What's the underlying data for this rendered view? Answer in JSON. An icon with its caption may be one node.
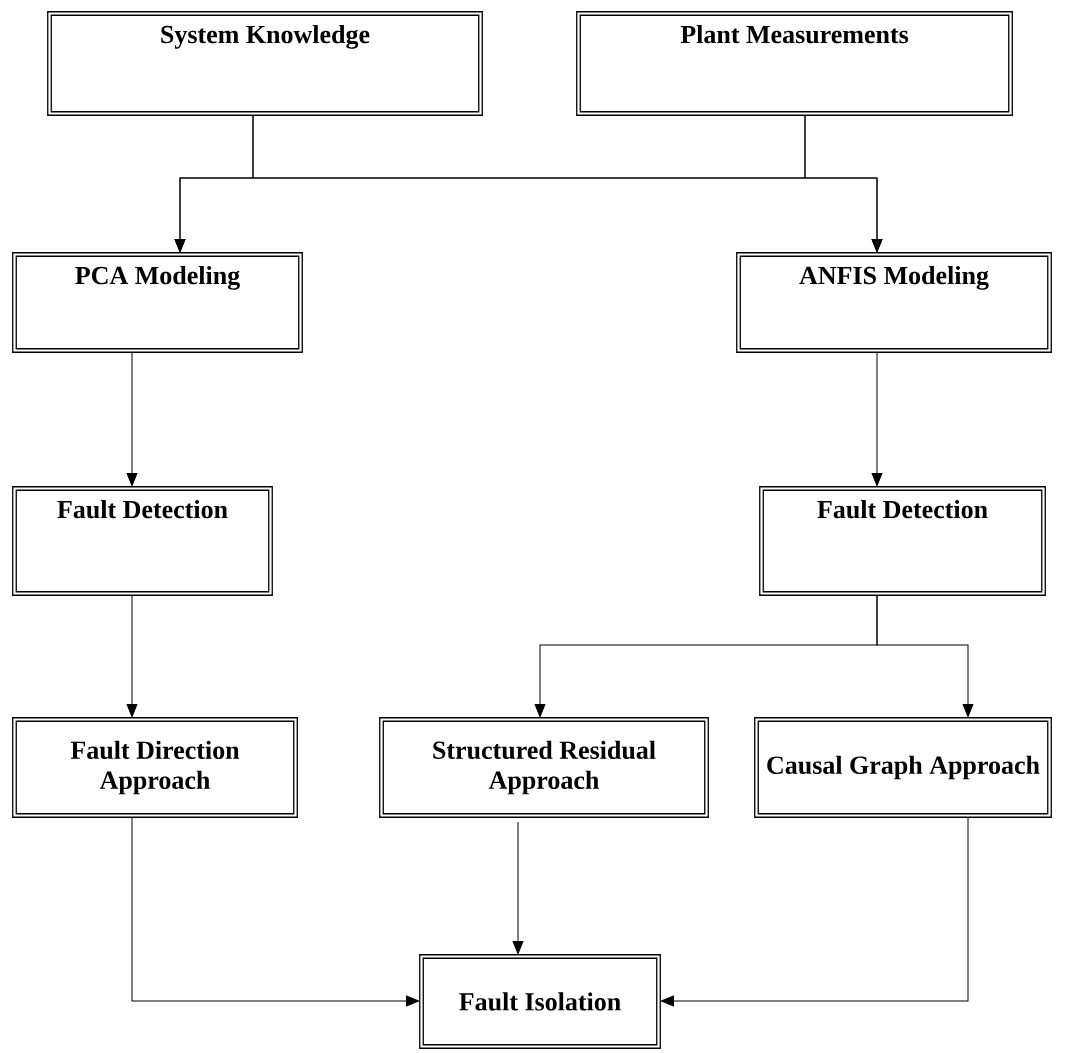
{
  "diagram": {
    "nodes": [
      {
        "text": [
          "System Knowledge"
        ]
      },
      {
        "text": [
          "Plant Measurements"
        ]
      },
      {
        "text": [
          "PCA Modeling"
        ]
      },
      {
        "text": [
          "ANFIS Modeling"
        ]
      },
      {
        "text": [
          "Fault Detection"
        ]
      },
      {
        "text": [
          "Fault Detection"
        ]
      },
      {
        "text": [
          "Fault Direction Approach"
        ]
      },
      {
        "text": [
          "Structured Residual Approach"
        ]
      },
      {
        "text": [
          "Causal Graph Approach"
        ]
      },
      {
        "text": [
          "Fault Isolation"
        ]
      }
    ],
    "edges": [
      {
        "from": 0,
        "to": 2,
        "arrow": "to"
      },
      {
        "from": 0,
        "to": 3,
        "arrow": "to"
      },
      {
        "from": 1,
        "to": 2,
        "arrow": "to"
      },
      {
        "from": 1,
        "to": 3,
        "arrow": "to"
      },
      {
        "from": 2,
        "to": 4,
        "arrow": "to"
      },
      {
        "from": 3,
        "to": 5,
        "arrow": "to"
      },
      {
        "from": 4,
        "to": 6,
        "arrow": "to"
      },
      {
        "from": 5,
        "to": 7,
        "arrow": "to"
      },
      {
        "from": 5,
        "to": 8,
        "arrow": "to"
      },
      {
        "from": 6,
        "to": 9,
        "arrow": "to"
      },
      {
        "from": 7,
        "to": 9,
        "arrow": "to"
      },
      {
        "from": 8,
        "to": 9,
        "arrow": "to"
      }
    ]
  }
}
